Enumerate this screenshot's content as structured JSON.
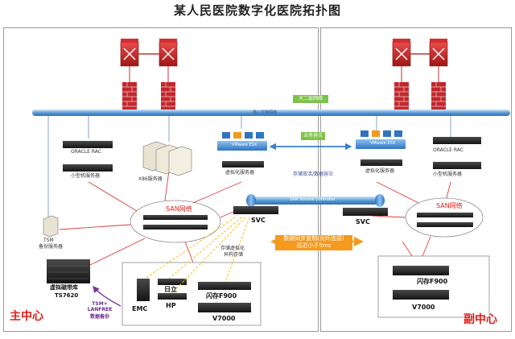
{
  "title": "某人民医院数字化医院拓扑图",
  "backbone_label": "核心交换网络",
  "l2_label": "大二层网络",
  "biz_dr_label": "业务容灾",
  "storage_dr_label": "存储双活/数据容灾",
  "san_vc_label": "SAN Volume Controller",
  "sync_label_1": "数据同步复制(光纤连接)",
  "sync_label_2": "延迟小于5ms",
  "main_center": "主中心",
  "sub_center": "副中心",
  "left": {
    "oracle_rac": "ORACLE RAC",
    "minicomputer": "小型机服务器",
    "x86": "X86服务器",
    "vmware": "VMware ESX",
    "virt_server": "虚拟化服务器",
    "san_net": "SAN网络",
    "svc": "SVC",
    "tsm_line1": "TSM",
    "tsm_line2": "备份服务器",
    "vtl_line1": "虚拟磁带库",
    "vtl_line2": "TS7620",
    "tsm_backup_1": "TSM+",
    "tsm_backup_2": "LANFREE",
    "tsm_backup_3": "数据备份",
    "storage_virt_1": "存储虚拟化",
    "storage_virt_2": "异构存储",
    "emc": "EMC",
    "hitachi": "日立",
    "hp": "HP",
    "flash": "闪存F900",
    "v7000": "V7000"
  },
  "right": {
    "oracle_rac": "ORACLE RAC",
    "minicomputer": "小型机服务器",
    "vmware": "VMware ESX",
    "virt_server": "虚拟化服务器",
    "san_net": "SAN网络",
    "svc": "SVC",
    "flash": "闪存F900",
    "v7000": "V7000"
  }
}
